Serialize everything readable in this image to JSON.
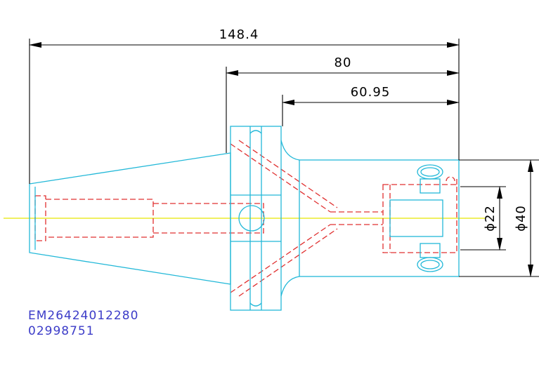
{
  "dimensions": {
    "overall_length": "148.4",
    "flange_length": "80",
    "body_length": "60.95",
    "bore_diameter": "ϕ22",
    "outer_diameter": "ϕ40"
  },
  "part": {
    "code": "EM26424012280",
    "number": "02998751"
  },
  "colors": {
    "outline": "#22b8d8",
    "hidden": "#e03030",
    "centerline": "#e6e600",
    "dimension": "#000000",
    "label": "#3c3cc8"
  }
}
